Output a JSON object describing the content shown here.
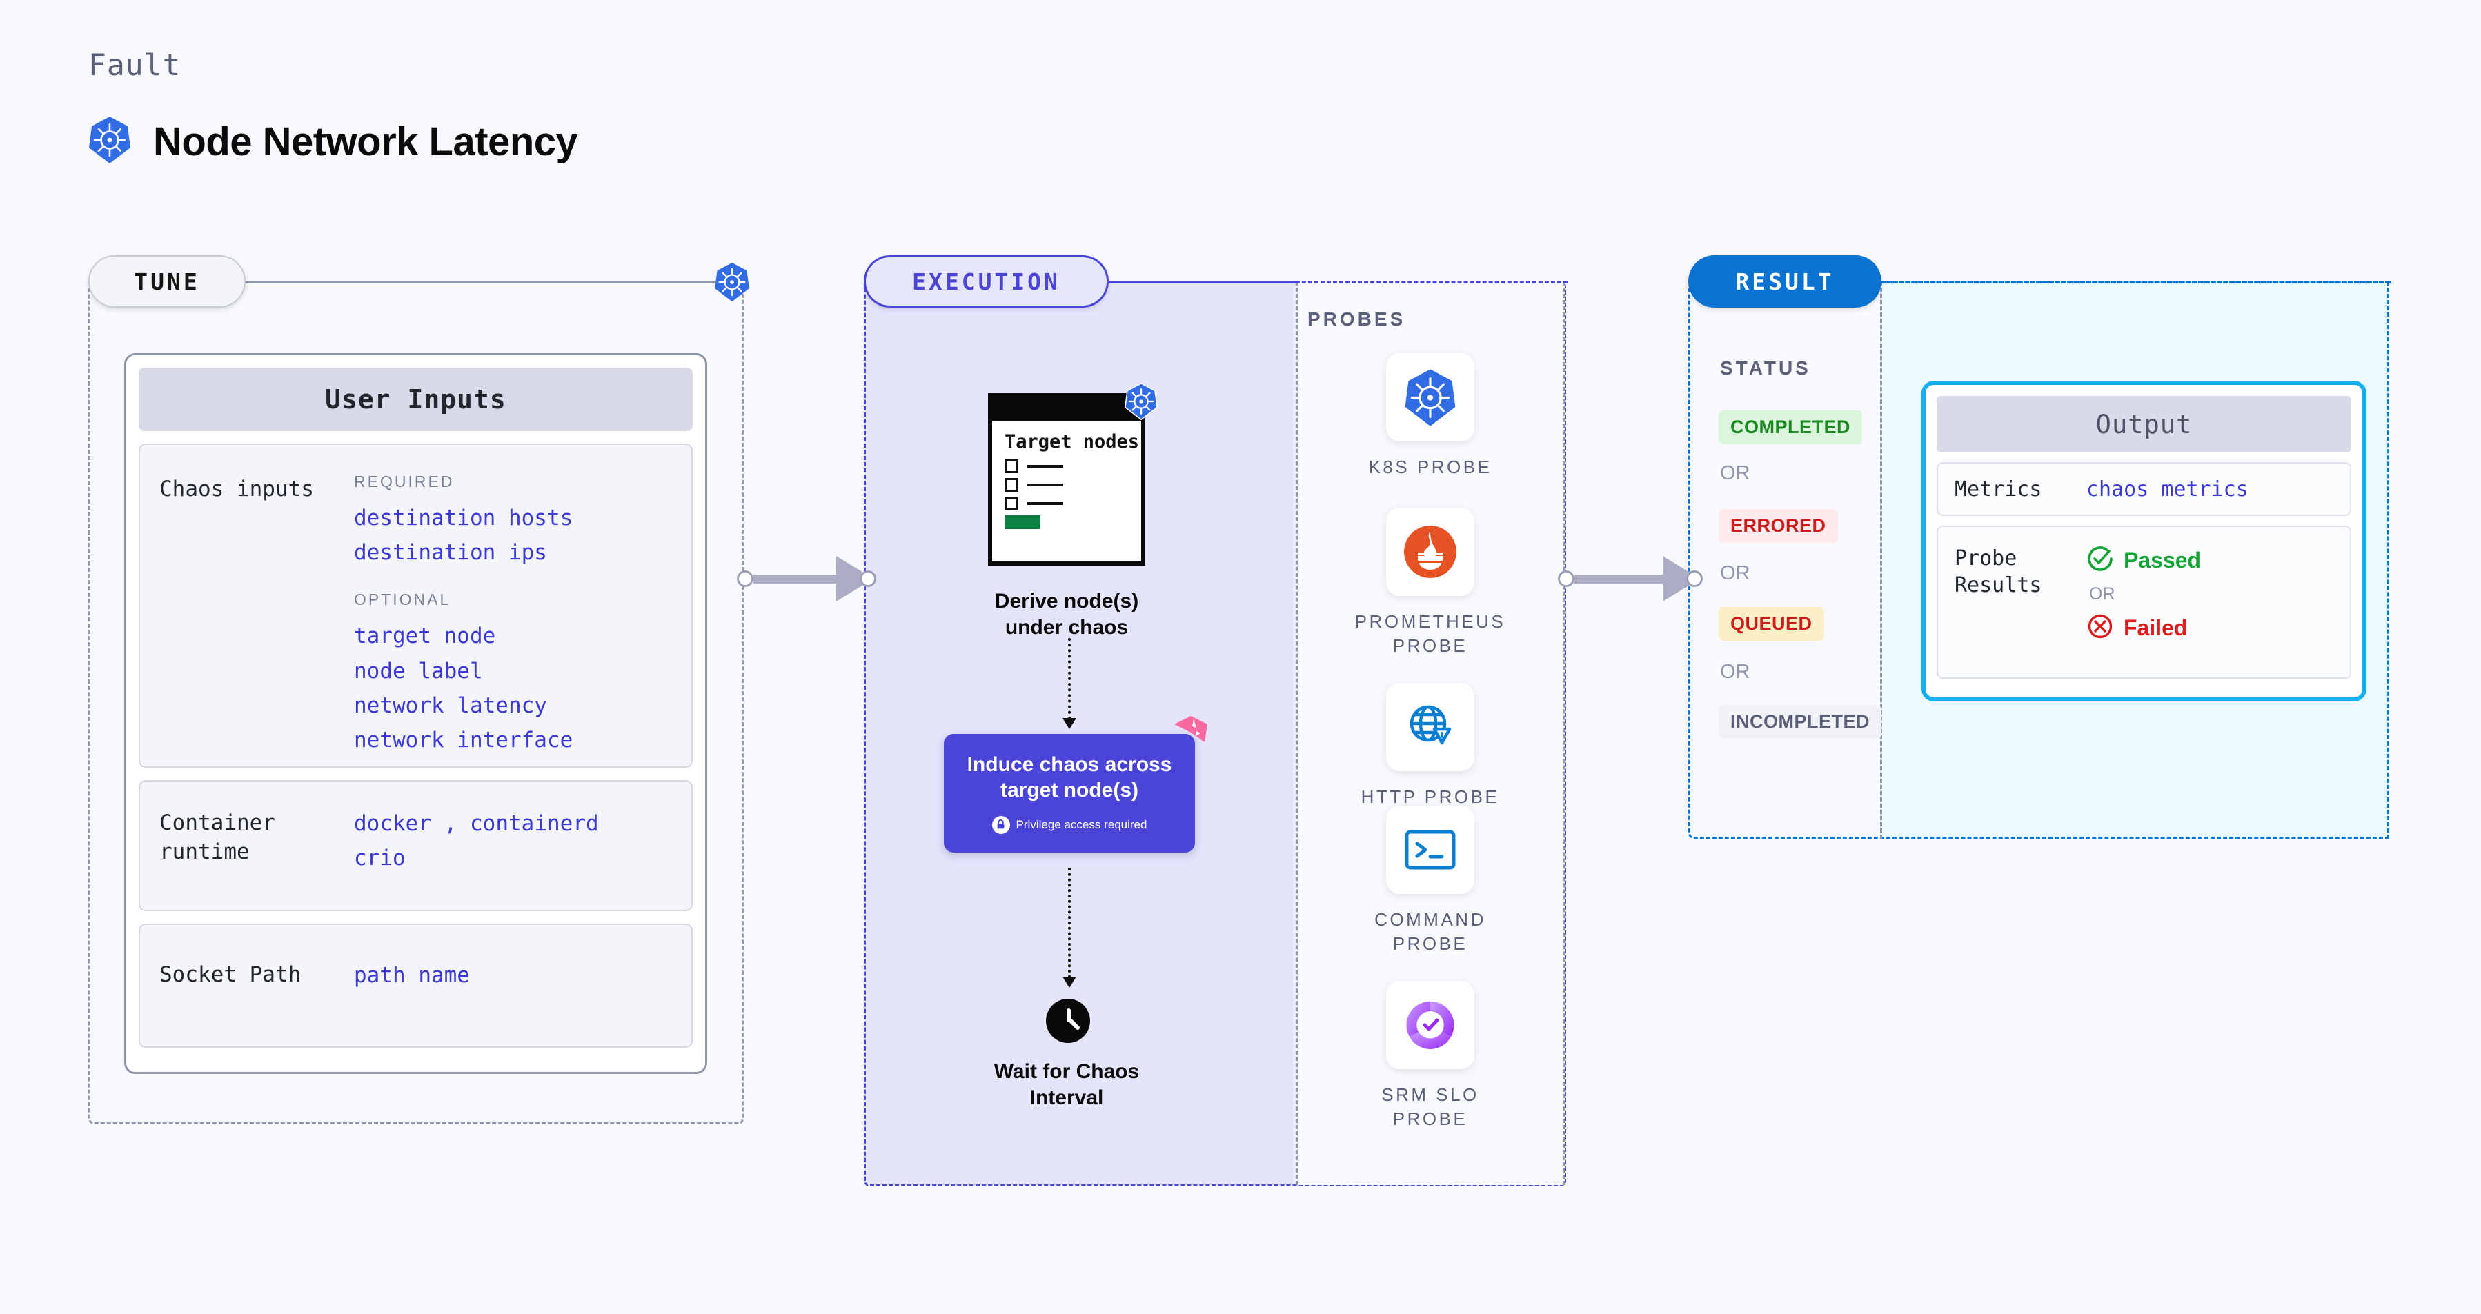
{
  "header": {
    "eyebrow": "Fault",
    "title": "Node Network Latency",
    "icon": "kubernetes-icon"
  },
  "stages": {
    "tune": {
      "label": "TUNE"
    },
    "execution": {
      "label": "EXECUTION"
    },
    "result": {
      "label": "RESULT"
    }
  },
  "tune": {
    "card_title": "User Inputs",
    "sections": [
      {
        "label": "Chaos inputs",
        "groups": [
          {
            "heading": "REQUIRED",
            "values": [
              "destination hosts",
              "destination ips"
            ]
          },
          {
            "heading": "OPTIONAL",
            "values": [
              "target node",
              "node label",
              "network latency",
              "network interface"
            ]
          }
        ]
      },
      {
        "label": "Container runtime",
        "values_line1": "docker",
        "separator": ",",
        "values_line1b": "containerd",
        "values_line2": "crio"
      },
      {
        "label": "Socket Path",
        "value": "path name"
      }
    ]
  },
  "execution": {
    "node1": {
      "screen_title": "Target nodes",
      "caption": "Derive node(s) under chaos",
      "badge_icon": "kubernetes-icon"
    },
    "node2": {
      "title": "Induce chaos across target node(s)",
      "privilege_note": "Privilege access required",
      "privilege_icon": "lock-icon",
      "corner_icon": "litmus-chaos-icon"
    },
    "node3": {
      "caption": "Wait for Chaos Interval",
      "icon": "clock-icon"
    },
    "probes_title": "PROBES",
    "probes": [
      {
        "name": "K8S PROBE",
        "icon": "kubernetes-icon"
      },
      {
        "name": "PROMETHEUS PROBE",
        "icon": "prometheus-icon"
      },
      {
        "name": "HTTP PROBE",
        "icon": "http-globe-warning-icon"
      },
      {
        "name": "COMMAND PROBE",
        "icon": "terminal-icon"
      },
      {
        "name": "SRM SLO PROBE",
        "icon": "srm-slo-icon"
      }
    ]
  },
  "result": {
    "status_title": "STATUS",
    "or_text": "OR",
    "statuses": [
      {
        "label": "COMPLETED",
        "bg": "#dcf5dd",
        "fg": "#1c8a23"
      },
      {
        "label": "ERRORED",
        "bg": "#fdeaea",
        "fg": "#cf1b1b"
      },
      {
        "label": "QUEUED",
        "bg": "#fdefc5",
        "fg": "#cf1b1b"
      },
      {
        "label": "INCOMPLETED",
        "bg": "#f1f2f7",
        "fg": "#5a6079"
      }
    ],
    "output": {
      "title": "Output",
      "metrics_label": "Metrics",
      "metrics_value": "chaos metrics",
      "probe_results_label": "Probe Results",
      "passed": "Passed",
      "failed": "Failed",
      "or_text": "OR",
      "passed_icon": "check-circle-icon",
      "failed_icon": "x-circle-icon"
    }
  },
  "colors": {
    "brand_indigo": "#4a45d8",
    "brand_blue": "#0a72d0",
    "cyan": "#15b0ef",
    "k8s_blue": "#326ce5",
    "litmus_pink": "#ff6b9d",
    "value_text": "#3b38d6",
    "muted": "#9096ac"
  }
}
